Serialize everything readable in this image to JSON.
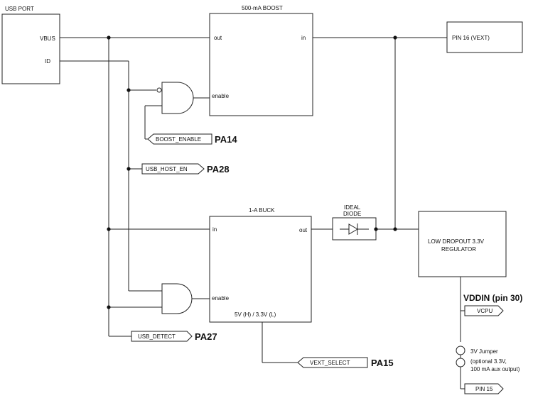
{
  "usb_port": {
    "title": "USB PORT",
    "vbus": "VBUS",
    "id": "ID"
  },
  "boost": {
    "title": "500-mA BOOST",
    "out": "out",
    "in": "in",
    "enable": "enable"
  },
  "pin16": {
    "label": "PIN 16 (VEXT)"
  },
  "boost_enable": {
    "signal": "BOOST_ENABLE",
    "pin": "PA14"
  },
  "usb_host_en": {
    "signal": "USB_HOST_EN",
    "pin": "PA28"
  },
  "buck": {
    "title": "1-A BUCK",
    "in": "in",
    "out": "out",
    "enable": "enable",
    "select": "5V (H) / 3.3V (L)"
  },
  "ideal_diode": {
    "line1": "IDEAL",
    "line2": "DIODE"
  },
  "ldo": {
    "line1": "LOW DROPOUT 3.3V",
    "line2": "REGULATOR"
  },
  "vddin": {
    "label": "VDDIN (pin 30)"
  },
  "vcpu": {
    "label": "VCPU"
  },
  "usb_detect": {
    "signal": "USB_DETECT",
    "pin": "PA27"
  },
  "vext_select": {
    "signal": "VEXT_SELECT",
    "pin": "PA15"
  },
  "jumper": {
    "line1": "3V Jumper",
    "line2": "(optional 3.3V,",
    "line3": "100 mA aux output)"
  },
  "pin15": {
    "label": "PIN 15"
  }
}
